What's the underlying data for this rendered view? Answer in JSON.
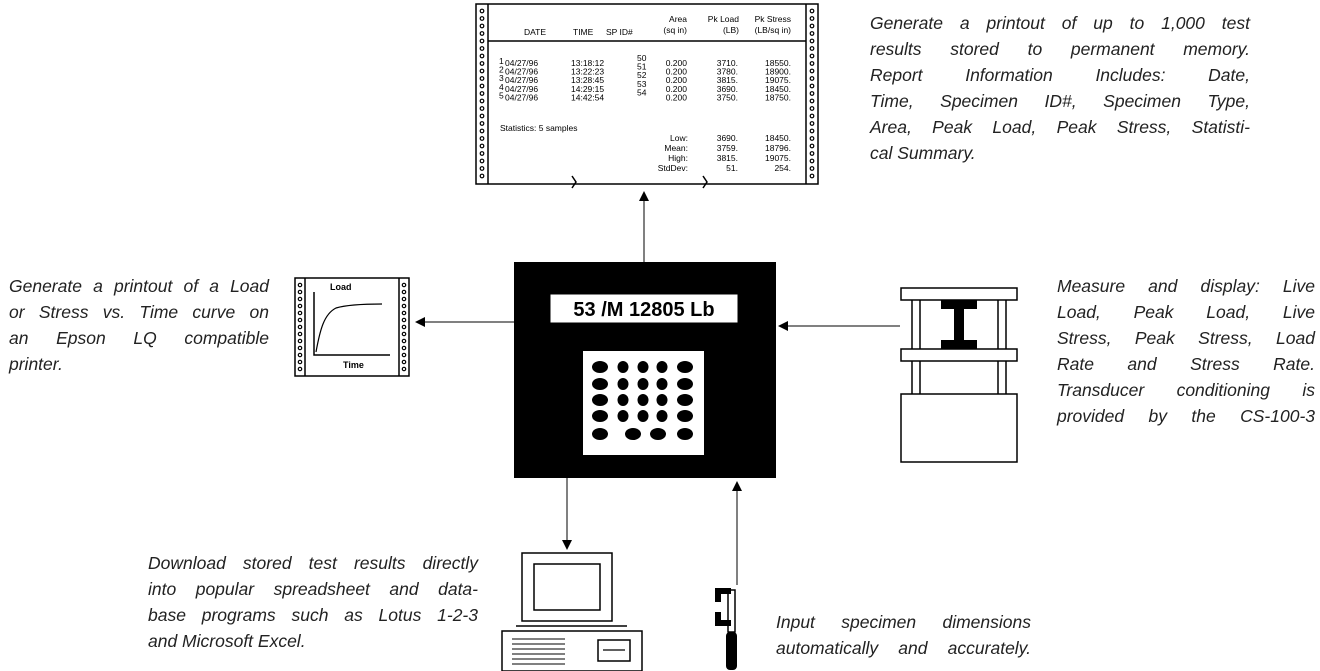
{
  "report": {
    "headers": {
      "index": "",
      "date": "DATE",
      "time": "TIME",
      "spid": "SP ID#",
      "area": [
        "Area",
        "(sq in)"
      ],
      "pkload": [
        "Pk Load",
        "(LB)"
      ],
      "pkstress": [
        "Pk Stress",
        "(LB/sq in)"
      ]
    },
    "rows": [
      {
        "n": "1",
        "date": "04/27/96",
        "time": "13:18:12",
        "spid": "50",
        "area": "0.200",
        "load": "3710.",
        "stress": "18550."
      },
      {
        "n": "2",
        "date": "04/27/96",
        "time": "13:22:23",
        "spid": "51",
        "area": "0.200",
        "load": "3780.",
        "stress": "18900."
      },
      {
        "n": "3",
        "date": "04/27/96",
        "time": "13:28:45",
        "spid": "52",
        "area": "0.200",
        "load": "3815.",
        "stress": "19075."
      },
      {
        "n": "4",
        "date": "04/27/96",
        "time": "14:29:15",
        "spid": "53",
        "area": "0.200",
        "load": "3690.",
        "stress": "18450."
      },
      {
        "n": "5",
        "date": "04/27/96",
        "time": "14:42:54",
        "spid": "54",
        "area": "0.200",
        "load": "3750.",
        "stress": "18750."
      }
    ],
    "stats_title": "Statistics: 5 samples",
    "stats": [
      {
        "label": "Low:",
        "load": "3690.",
        "stress": "18450."
      },
      {
        "label": "Mean:",
        "load": "3759.",
        "stress": "18796."
      },
      {
        "label": "High:",
        "load": "3815.",
        "stress": "19075."
      },
      {
        "label": "StdDev:",
        "load": "51.",
        "stress": "254."
      }
    ]
  },
  "display": {
    "readout": "53 /M  12805 Lb"
  },
  "curve": {
    "ylabel": "Load",
    "xlabel": "Time"
  },
  "descriptions": {
    "printout_report": [
      "Generate a printout of up to 1,000 test",
      "results stored to permanent memory.",
      "Report Information Includes: Date,",
      "Time, Specimen ID#, Specimen Type,",
      "Area, Peak Load, Peak Stress, Statisti-",
      "cal Summary."
    ],
    "printout_curve": [
      "Generate a printout of a Load",
      "or Stress vs. Time curve on",
      "an Epson LQ compatible",
      "printer."
    ],
    "measure": [
      "Measure and display: Live",
      "Load, Peak Load, Live",
      "Stress, Peak Stress, Load",
      "Rate and Stress Rate.",
      "Transducer conditioning is",
      "provided by the CS-100-3"
    ],
    "download": [
      "Download stored test results directly",
      "into popular spreadsheet and data-",
      "base programs such as Lotus 1-2-3",
      "and Microsoft Excel."
    ],
    "input": [
      "Input specimen dimensions",
      "automatically and accurately."
    ]
  }
}
